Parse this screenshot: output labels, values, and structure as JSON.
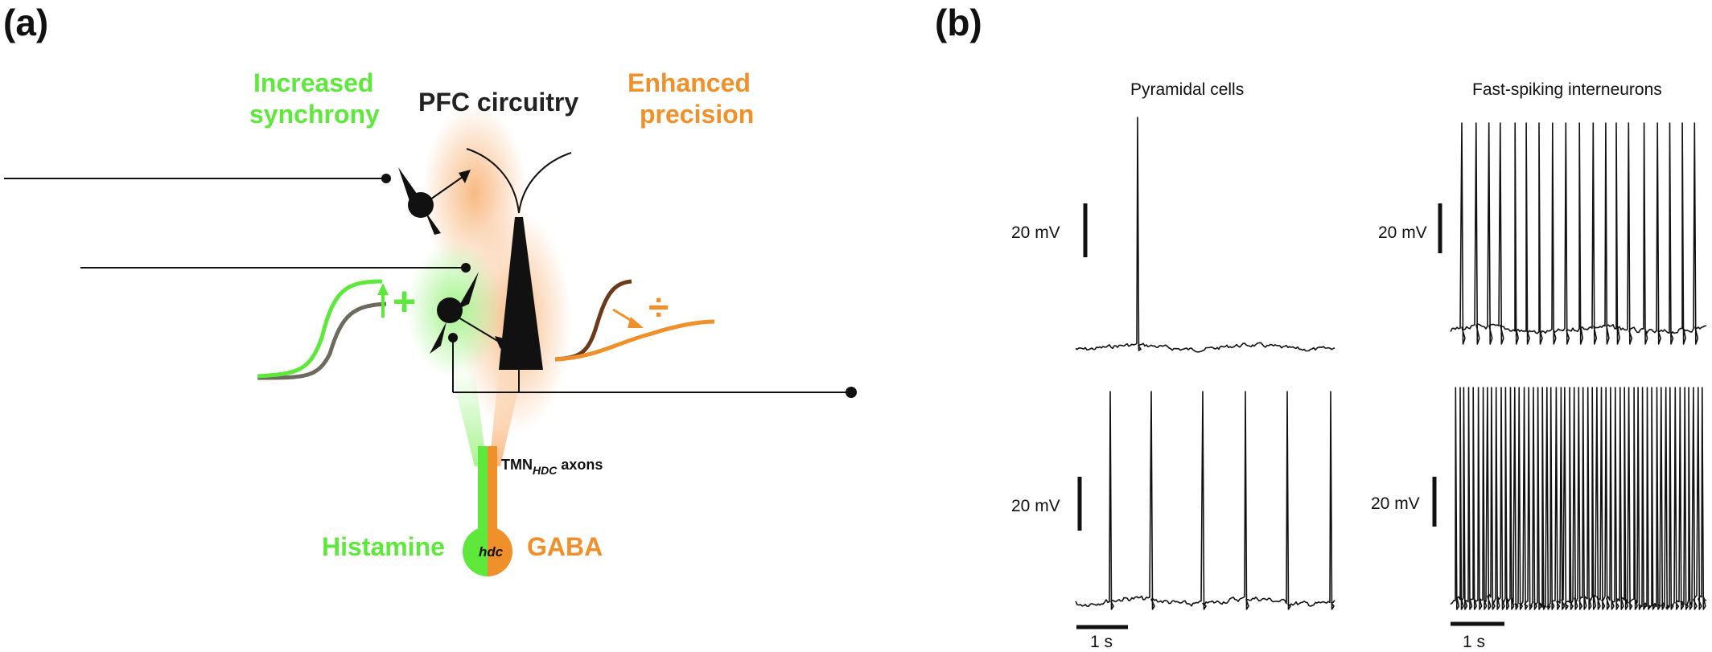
{
  "panel_a": {
    "label": "(a)",
    "increased_synchrony": [
      "Increased",
      "synchrony"
    ],
    "pfc_circuitry": "PFC circuitry",
    "enhanced_precision": [
      "Enhanced",
      "precision"
    ],
    "tmn_axons_prefix": "TMN",
    "tmn_axons_sub": "HDC",
    "tmn_axons_suffix": " axons",
    "histamine": "Histamine",
    "gaba": "GABA",
    "hdc": "hdc",
    "plus_symbol": "+",
    "divide_symbol": "÷",
    "colors": {
      "green": "#5ee83c",
      "orange": "#f0902a",
      "brown": "#6b3a1a",
      "gray": "#6e6a5e"
    }
  },
  "panel_b": {
    "label": "(b)",
    "col_left_title": "Pyramidal cells",
    "col_right_title": "Fast-spiking interneurons",
    "scale_voltage": "20 mV",
    "scale_time": "1 s",
    "traces": [
      {
        "id": "pyr-top",
        "spikes": 1
      },
      {
        "id": "pyr-bottom",
        "spikes": 6
      },
      {
        "id": "fs-top",
        "spikes": 19
      },
      {
        "id": "fs-bottom",
        "spikes": 55
      }
    ]
  }
}
